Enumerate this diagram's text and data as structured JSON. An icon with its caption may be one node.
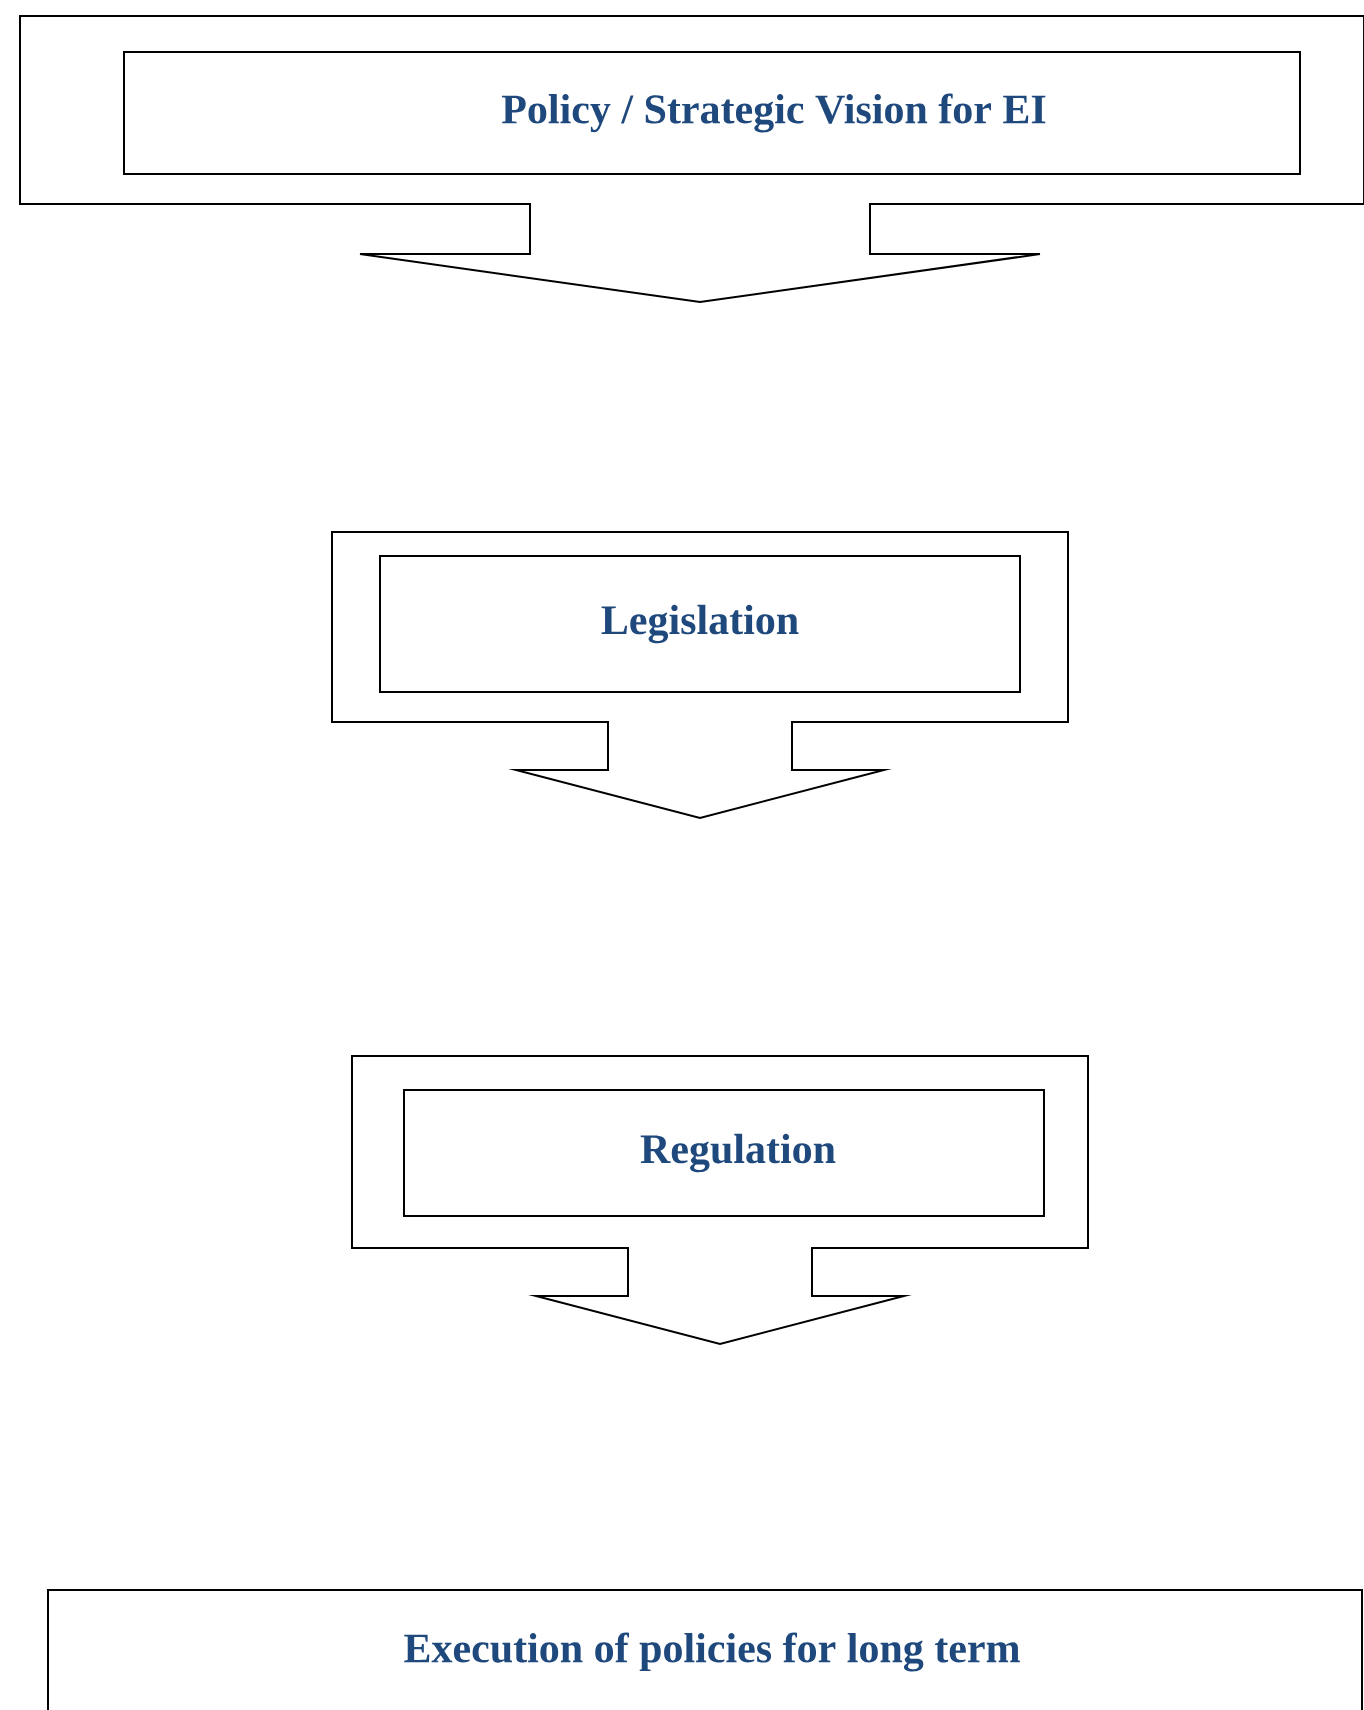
{
  "diagram": {
    "nodes": [
      {
        "text": [
          "Policy / Strategic Vision for EI"
        ]
      },
      {
        "text": [
          "Legislation"
        ]
      },
      {
        "text": [
          "Regulation"
        ]
      },
      {
        "text": [
          "Execution of policies for long term"
        ]
      }
    ]
  }
}
